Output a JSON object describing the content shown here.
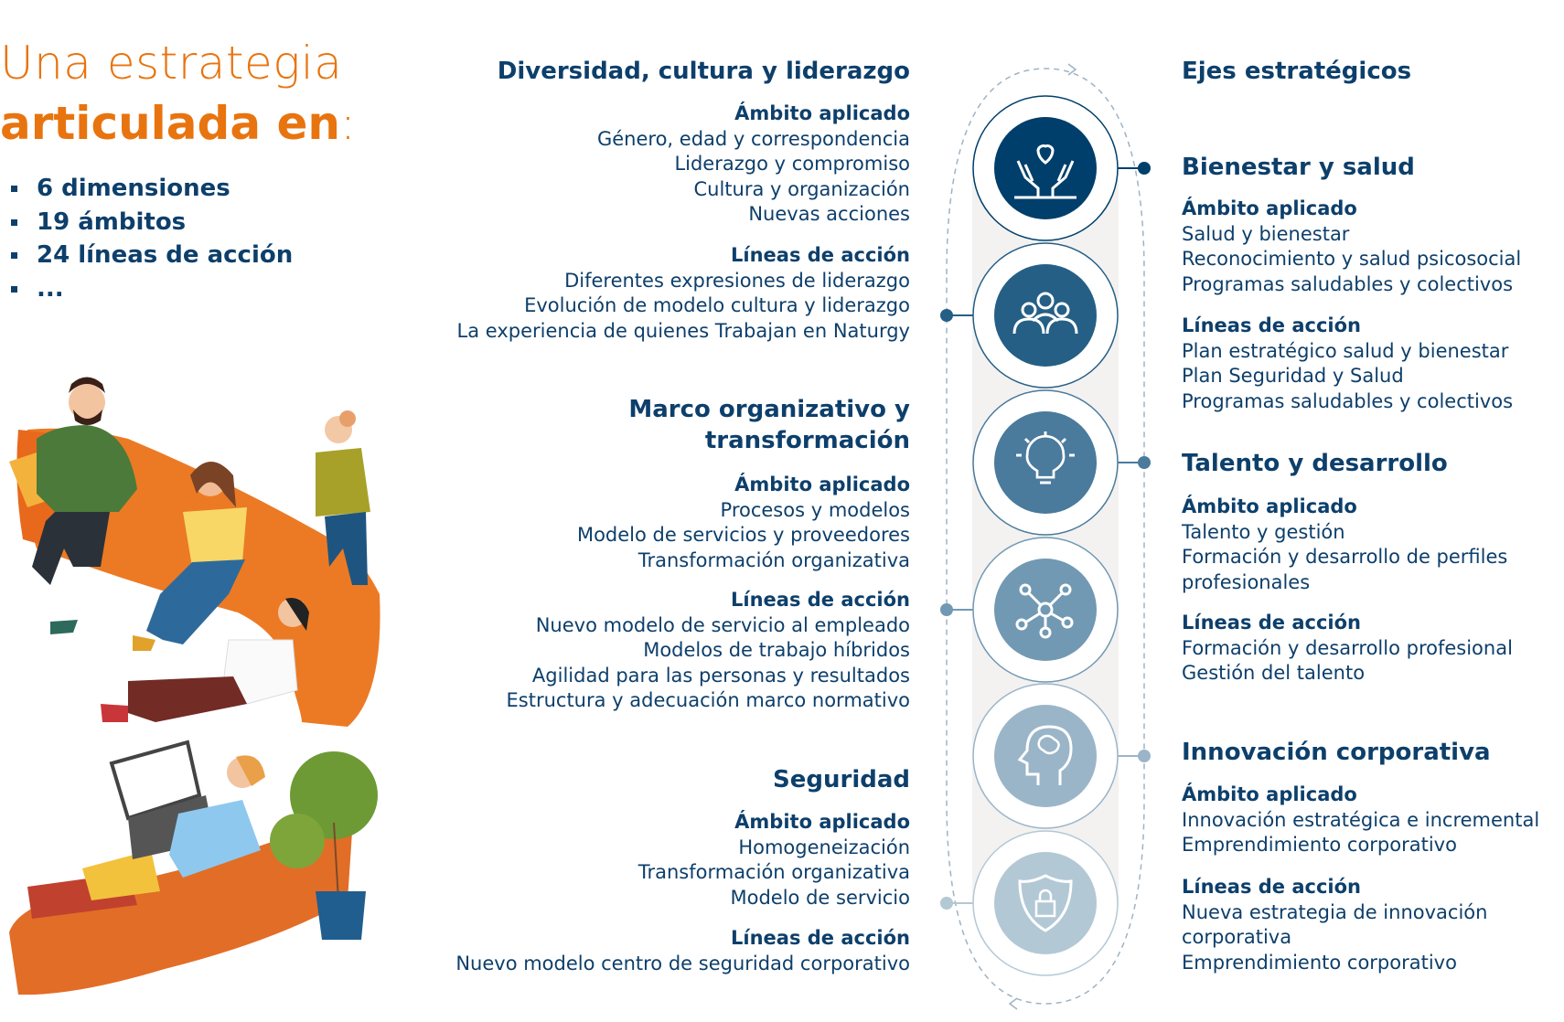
{
  "title": {
    "line1": "Una estrategia",
    "line2": "articulada en",
    "colon": ":"
  },
  "summary": [
    "6 dimensiones",
    "19 ámbitos",
    "24 líneas de acción",
    "..."
  ],
  "labels": {
    "ambito": "Ámbito aplicado",
    "lineas": "Líneas de acción"
  },
  "axes_title": "Ejes estratégicos",
  "dimensions_left": [
    {
      "title": [
        "Diversidad, cultura y liderazgo"
      ],
      "ambito": [
        "Género, edad y correspondencia",
        "Liderazgo y compromiso",
        "Cultura y organización",
        "Nuevas acciones"
      ],
      "lineas": [
        "Diferentes expresiones de liderazgo",
        "Evolución de modelo cultura y liderazgo",
        "La experiencia de quienes Trabajan en Naturgy"
      ]
    },
    {
      "title": [
        "Marco organizativo y",
        "transformación"
      ],
      "ambito": [
        "Procesos y modelos",
        "Modelo de servicios y proveedores",
        "Transformación organizativa"
      ],
      "lineas": [
        "Nuevo modelo de servicio al empleado",
        "Modelos de trabajo híbridos",
        "Agilidad para las personas y resultados",
        "Estructura y adecuación marco normativo"
      ]
    },
    {
      "title": [
        "Seguridad"
      ],
      "ambito": [
        "Homogeneización",
        "Transformación organizativa",
        "Modelo de servicio"
      ],
      "lineas": [
        "Nuevo modelo centro de seguridad corporativo"
      ]
    }
  ],
  "dimensions_right": [
    {
      "title": [
        "Bienestar y salud"
      ],
      "ambito": [
        "Salud y bienestar",
        "Reconocimiento y salud psicosocial",
        "Programas saludables y colectivos"
      ],
      "lineas": [
        "Plan estratégico salud y bienestar",
        "Plan Seguridad y Salud",
        "Programas saludables y colectivos"
      ]
    },
    {
      "title": [
        "Talento y desarrollo"
      ],
      "ambito": [
        "Talento y gestión",
        "Formación y desarrollo de perfiles",
        "profesionales"
      ],
      "lineas": [
        "Formación y desarrollo profesional",
        "Gestión del talento"
      ]
    },
    {
      "title": [
        "Innovación corporativa"
      ],
      "ambito": [
        "Innovación estratégica e incremental",
        "Emprendimiento corporativo"
      ],
      "lineas": [
        "Nueva estrategia de innovación",
        "corporativa",
        "Emprendimiento corporativo"
      ]
    }
  ],
  "icons": [
    {
      "name": "hands-heart-icon",
      "color": "#003f6b"
    },
    {
      "name": "people-group-icon",
      "color": "#255f85"
    },
    {
      "name": "lightbulb-icon",
      "color": "#4a7a9c"
    },
    {
      "name": "network-icon",
      "color": "#7299b3"
    },
    {
      "name": "brain-head-icon",
      "color": "#9bb5c8"
    },
    {
      "name": "shield-lock-icon",
      "color": "#b3c8d5"
    }
  ],
  "colors": {
    "accent": "#e8740f",
    "text": "#0d3f6b"
  }
}
